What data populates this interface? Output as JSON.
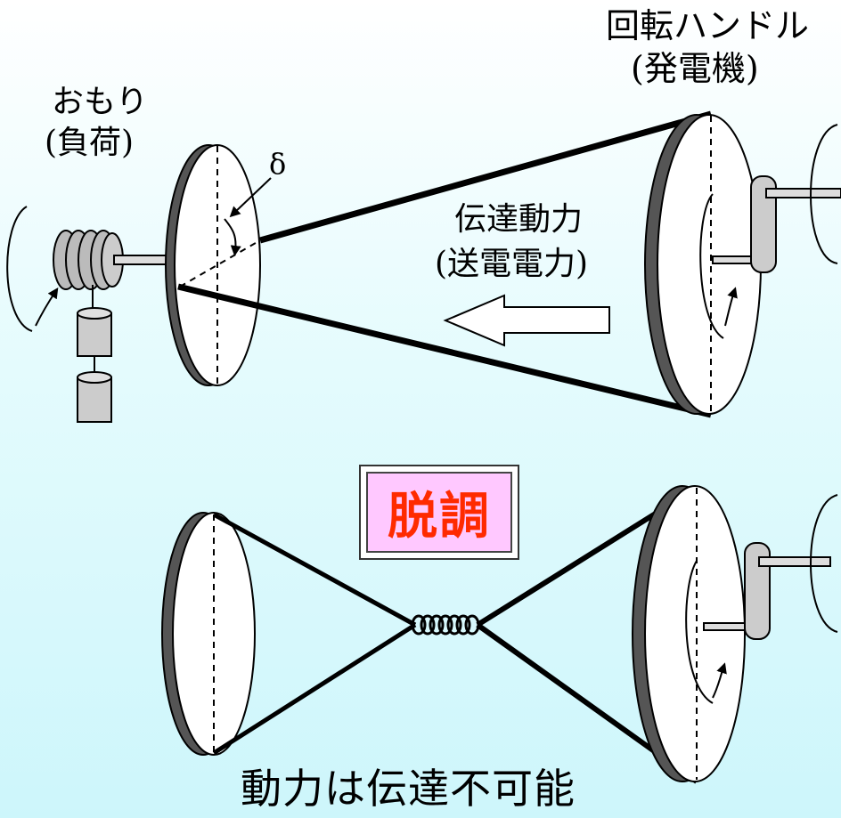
{
  "labels": {
    "handle_title": "回転ハンドル",
    "handle_sub": "(発電機)",
    "weight_title": "おもり",
    "weight_sub": "(負荷)",
    "angle_symbol": "δ",
    "power_title": "伝達動力",
    "power_sub": "(送電電力)",
    "desync_badge": "脱調",
    "bottom_caption": "動力は伝達不可能"
  },
  "colors": {
    "badge_text": "#ff2a00",
    "badge_fill": "#ffc8ff",
    "disk_edge": "#555555",
    "part_fill": "#cccccc"
  }
}
